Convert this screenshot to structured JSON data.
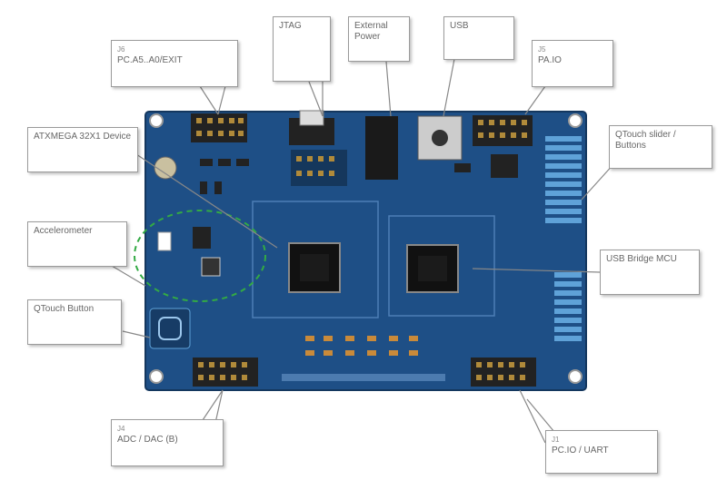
{
  "diagram": {
    "labels": {
      "pc_a5_a0_exit": {
        "header": "J6",
        "text": "PC.A5..A0/EXIT"
      },
      "jtag": {
        "text": "JTAG"
      },
      "external_power": {
        "text": "External Power"
      },
      "usb": {
        "text": "USB"
      },
      "pa_io": {
        "header": "J5",
        "text": "PA.IO"
      },
      "atxmega_mcu": {
        "text": "ATXMEGA 32X1 Device"
      },
      "qtouch": {
        "text": "QTouch slider / Buttons"
      },
      "accelerometer": {
        "text": "Accelerometer"
      },
      "usb_bridge": {
        "text": "USB Bridge MCU"
      },
      "qtouch_button": {
        "text": "QTouch Button"
      },
      "adc_dac": {
        "header": "J4",
        "text": "ADC / DAC (B)"
      },
      "pc_io_uart": {
        "header": "J1",
        "text": "PC.IO / UART"
      }
    }
  },
  "colors": {
    "pcb_blue": "#1e4f86",
    "pcb_dark": "#173c66",
    "connector_black": "#222222",
    "callout_border": "#9a9a9a",
    "highlight_green": "#33aa44"
  }
}
